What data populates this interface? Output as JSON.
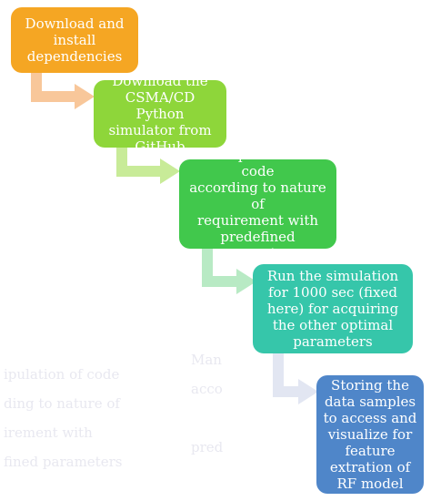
{
  "steps": [
    {
      "lines": [
        "Download and",
        "install",
        "dependencies"
      ]
    },
    {
      "lines": [
        "Download the",
        "CSMA/CD Python",
        "simulator from",
        "GitHub"
      ]
    },
    {
      "lines": [
        "Manipulation of code",
        "according to nature of",
        "requirement with",
        "predefined parameters"
      ]
    },
    {
      "lines": [
        "Run the simulation",
        "for 1000 sec (fixed",
        "here) for acquiring",
        "the other optimal",
        "parameters"
      ]
    },
    {
      "lines": [
        "Storing the",
        "data samples",
        "to access and",
        "visualize for",
        "feature",
        "extration of",
        "RF model"
      ]
    }
  ],
  "colors": {
    "step1": "#f5a623",
    "step2": "#8ed63a",
    "step3": "#41c84c",
    "step4": "#36c6aa",
    "step5": "#4f86c9",
    "arrow1": "#f8c79a",
    "arrow2": "#c8eb98",
    "arrow3": "#b8eac4",
    "arrow4": "#e2e6f2"
  }
}
